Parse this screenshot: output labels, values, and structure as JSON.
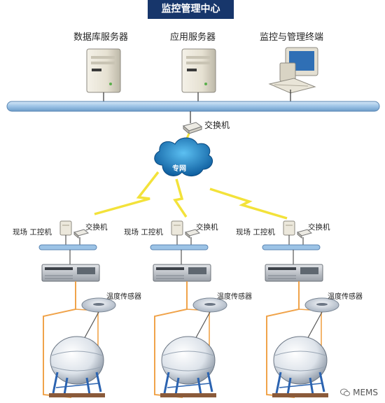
{
  "header": {
    "title": "监控管理中心"
  },
  "servers": {
    "database_server": "数据库服务器",
    "app_server": "应用服务器",
    "terminal": "监控与管理终端"
  },
  "network": {
    "switch_label": "交换机",
    "private_network": "专网"
  },
  "sites": [
    {
      "ipc_label": "现场 工控机",
      "switch_label": "交换机",
      "sensor_label": "温度传感器"
    },
    {
      "ipc_label": "现场 工控机",
      "switch_label": "交换机",
      "sensor_label": "温度传感器"
    },
    {
      "ipc_label": "现场 工控机",
      "switch_label": "交换机",
      "sensor_label": "温度传感器"
    }
  ],
  "watermark": {
    "text": "MEMS",
    "icon": "wechat-icon"
  },
  "colors": {
    "header_bg": "#17366b",
    "bus": "#9cc3e6",
    "sensor_wire": "#f0a34a",
    "cloud": "#1f86c9",
    "lightning": "#f3e23a"
  }
}
